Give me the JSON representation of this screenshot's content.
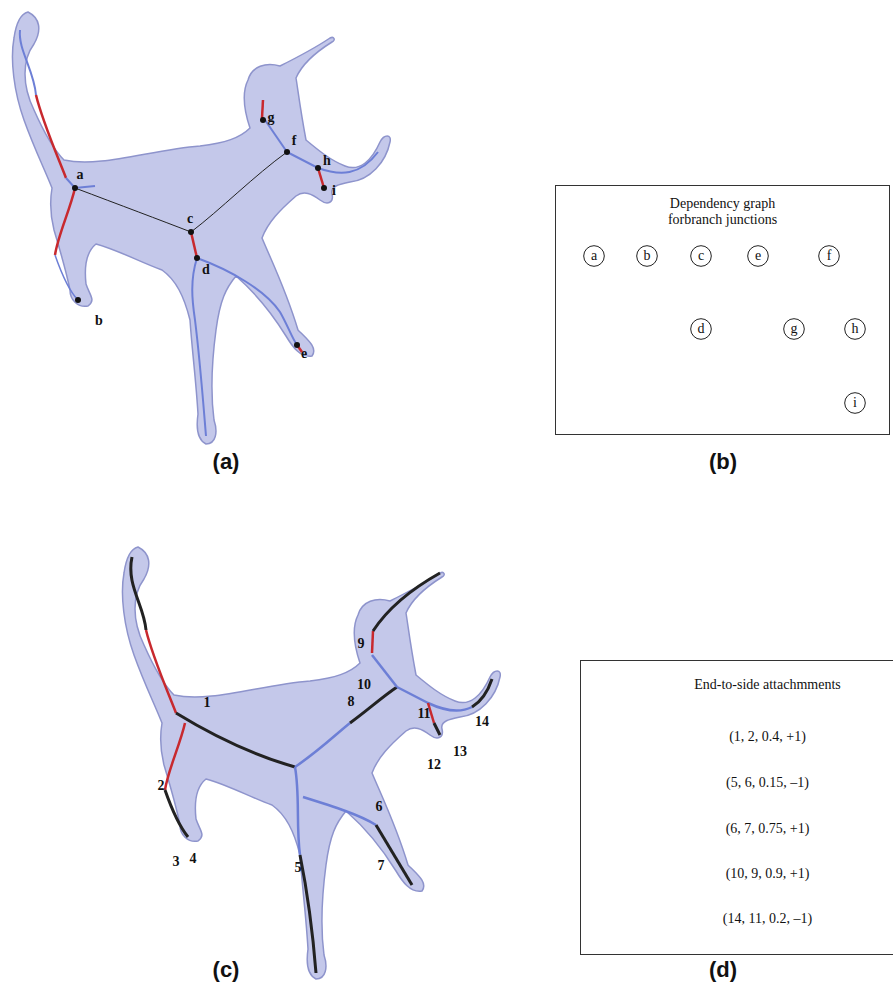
{
  "diagram": {
    "nodes": [
      {
        "text": [
          "Dependency graph forbranch junctions"
        ]
      },
      {
        "text": [
          "a"
        ],
        "in": 0
      },
      {
        "text": [
          "b"
        ],
        "in": 0
      },
      {
        "text": [
          "c"
        ],
        "in": 0
      },
      {
        "text": [
          "e"
        ],
        "in": 0
      },
      {
        "text": [
          "f"
        ],
        "in": 0
      },
      {
        "text": [
          "d"
        ],
        "in": 0
      },
      {
        "text": [
          "g"
        ],
        "in": 0
      },
      {
        "text": [
          "h"
        ],
        "in": 0
      },
      {
        "text": [
          "i"
        ],
        "in": 0
      },
      {
        "text": [
          "End-to-side attachmments",
          "(1, 2, 0.4, +1)",
          "(5, 6, 0.15, –1)",
          "(6, 7, 0.75, +1)",
          "(10, 9, 0.9, +1)",
          "(14, 11, 0.2, –1)"
        ]
      }
    ],
    "edges": [
      {
        "from": 3,
        "to": 6,
        "arrow": "to"
      },
      {
        "from": 5,
        "to": 7,
        "arrow": "to"
      },
      {
        "from": 5,
        "to": 8,
        "arrow": "to"
      },
      {
        "from": 8,
        "to": 9,
        "arrow": "to"
      }
    ],
    "labels": [
      "a",
      "b",
      "c",
      "d",
      "e",
      "f",
      "g",
      "h",
      "i",
      "1",
      "2",
      "3",
      "4",
      "5",
      "6",
      "7",
      "8",
      "9",
      "10",
      "11",
      "12",
      "13",
      "14",
      "(a)",
      "(b)",
      "(c)",
      "(d)"
    ]
  }
}
